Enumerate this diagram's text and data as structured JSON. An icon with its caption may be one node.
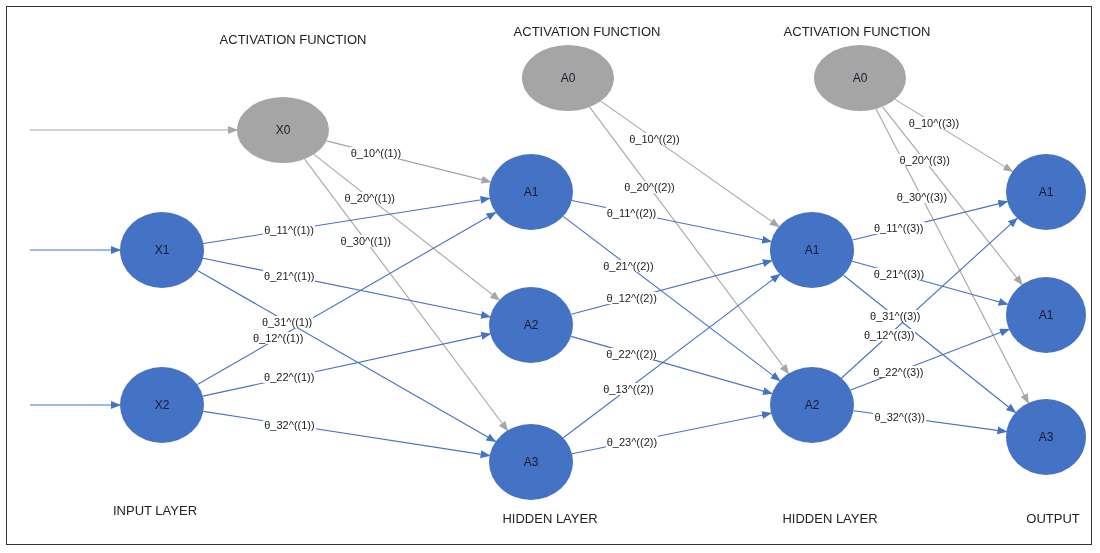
{
  "diagram": {
    "nodes": [
      {
        "text": [
          "X0"
        ]
      },
      {
        "text": [
          "X1"
        ]
      },
      {
        "text": [
          "X2"
        ]
      },
      {
        "text": [
          "A0"
        ]
      },
      {
        "text": [
          "A1"
        ]
      },
      {
        "text": [
          "A2"
        ]
      },
      {
        "text": [
          "A3"
        ]
      },
      {
        "text": [
          "A0"
        ]
      },
      {
        "text": [
          "A1"
        ]
      },
      {
        "text": [
          "A2"
        ]
      },
      {
        "text": [
          "A1"
        ]
      },
      {
        "text": [
          "A1"
        ]
      },
      {
        "text": [
          "A3"
        ]
      }
    ],
    "edges": [
      {
        "from": null,
        "to": 0,
        "arrow": "to",
        "color": "#a6a6a6"
      },
      {
        "from": null,
        "to": 1,
        "arrow": "to"
      },
      {
        "from": null,
        "to": 2,
        "arrow": "to"
      },
      {
        "from": 0,
        "to": 4,
        "label": "θ_10^((1))",
        "arrow": "to",
        "color": "#a6a6a6"
      },
      {
        "from": 0,
        "to": 5,
        "label": "θ_20^((1))",
        "arrow": "to",
        "color": "#a6a6a6"
      },
      {
        "from": 0,
        "to": 6,
        "label": "θ_30^((1))",
        "arrow": "to",
        "color": "#a6a6a6"
      },
      {
        "from": 1,
        "to": 4,
        "label": "θ_11^((1))",
        "arrow": "to"
      },
      {
        "from": 1,
        "to": 5,
        "label": "θ_21^((1))",
        "arrow": "to"
      },
      {
        "from": 1,
        "to": 6,
        "label": "θ_31^((1))",
        "arrow": "to"
      },
      {
        "from": 2,
        "to": 4,
        "label": "θ_12^((1))",
        "arrow": "to"
      },
      {
        "from": 2,
        "to": 5,
        "label": "θ_22^((1))",
        "arrow": "to"
      },
      {
        "from": 2,
        "to": 6,
        "label": "θ_32^((1))",
        "arrow": "to"
      },
      {
        "from": 3,
        "to": 8,
        "label": "θ_10^((2))",
        "arrow": "to",
        "color": "#a6a6a6"
      },
      {
        "from": 3,
        "to": 9,
        "label": "θ_20^((2))",
        "arrow": "to",
        "color": "#a6a6a6"
      },
      {
        "from": 4,
        "to": 8,
        "label": "θ_11^((2))",
        "arrow": "to"
      },
      {
        "from": 4,
        "to": 9,
        "label": "θ_21^((2))",
        "arrow": "to"
      },
      {
        "from": 5,
        "to": 8,
        "label": "θ_12^((2))",
        "arrow": "to"
      },
      {
        "from": 5,
        "to": 9,
        "label": "θ_22^((2))",
        "arrow": "to"
      },
      {
        "from": 6,
        "to": 8,
        "label": "θ_13^((2))",
        "arrow": "to"
      },
      {
        "from": 6,
        "to": 9,
        "label": "θ_23^((2))",
        "arrow": "to"
      },
      {
        "from": 7,
        "to": 10,
        "label": "θ_10^((3))",
        "arrow": "to",
        "color": "#a6a6a6"
      },
      {
        "from": 7,
        "to": 11,
        "label": "θ_20^((3))",
        "arrow": "to",
        "color": "#a6a6a6"
      },
      {
        "from": 7,
        "to": 12,
        "label": "θ_30^((3))",
        "arrow": "to",
        "color": "#a6a6a6"
      },
      {
        "from": 8,
        "to": 10,
        "label": "θ_11^((3))",
        "arrow": "to"
      },
      {
        "from": 8,
        "to": 11,
        "label": "θ_21^((3))",
        "arrow": "to"
      },
      {
        "from": 8,
        "to": 12,
        "label": "θ_31^((3))",
        "arrow": "to"
      },
      {
        "from": 9,
        "to": 10,
        "label": "θ_12^((3))",
        "arrow": "to"
      },
      {
        "from": 9,
        "to": 11,
        "label": "θ_22^((3))",
        "arrow": "to"
      },
      {
        "from": 9,
        "to": 12,
        "label": "θ_32^((3))",
        "arrow": "to"
      }
    ],
    "labels": [
      "ACTIVATION FUNCTION",
      "ACTIVATION FUNCTION",
      "ACTIVATION FUNCTION",
      "INPUT LAYER",
      "HIDDEN LAYER",
      "HIDDEN LAYER",
      "OUTPUT"
    ]
  }
}
